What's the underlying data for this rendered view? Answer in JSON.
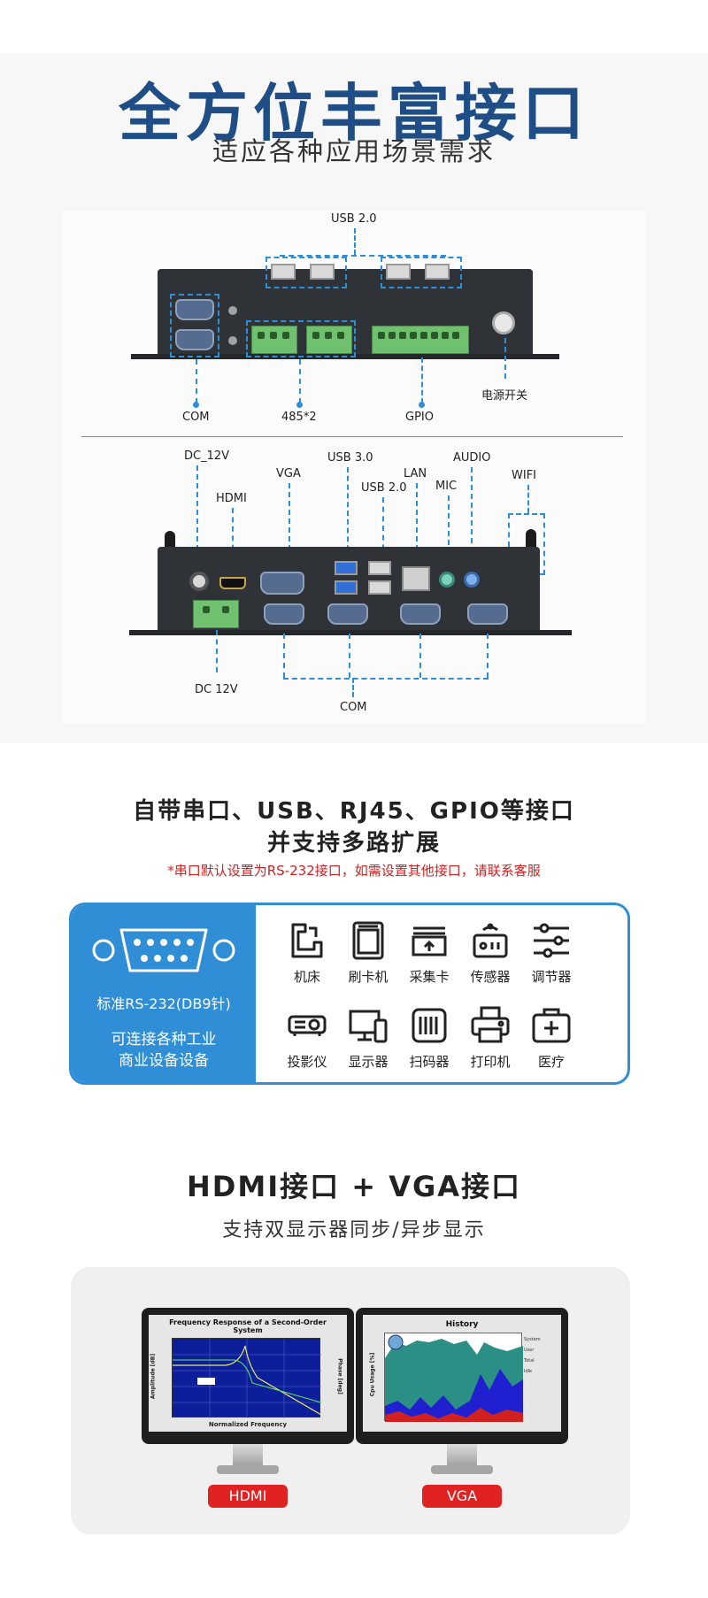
{
  "header": {
    "title": "全方位丰富接口",
    "subtitle": "适应各种应用场景需求"
  },
  "top_panel": {
    "labels": {
      "usb20": "USB 2.0",
      "com": "COM",
      "rs485": "485*2",
      "gpio": "GPIO",
      "power": "电源开关"
    }
  },
  "bottom_panel": {
    "labels": {
      "dc12v_top": "DC_12V",
      "hdmi": "HDMI",
      "vga": "VGA",
      "usb30": "USB 3.0",
      "usb20": "USB 2.0",
      "lan": "LAN",
      "mic": "MIC",
      "audio": "AUDIO",
      "wifi": "WIFI",
      "dc12v_bottom": "DC  12V",
      "com": "COM"
    }
  },
  "section2": {
    "heading_line1": "自带串口、USB、RJ45、GPIO等接口",
    "heading_line2": "并支持多路扩展",
    "note": "*串口默认设置为RS-232接口，如需设置其他接口，请联系客服",
    "std_label": "标准RS-232(DB9针)",
    "desc_line1": "可连接各种工业",
    "desc_line2": "商业设备设备",
    "devices": [
      {
        "label": "机床",
        "icon": "machine-tool-icon"
      },
      {
        "label": "刷卡机",
        "icon": "card-reader-icon"
      },
      {
        "label": "采集卡",
        "icon": "capture-card-icon"
      },
      {
        "label": "传感器",
        "icon": "sensor-icon"
      },
      {
        "label": "调节器",
        "icon": "regulator-icon"
      },
      {
        "label": "投影仪",
        "icon": "projector-icon"
      },
      {
        "label": "显示器",
        "icon": "display-icon"
      },
      {
        "label": "扫码器",
        "icon": "scanner-icon"
      },
      {
        "label": "打印机",
        "icon": "printer-icon"
      },
      {
        "label": "医疗",
        "icon": "medical-icon"
      }
    ],
    "accent_color": "#2f8ed6"
  },
  "section3": {
    "heading": "HDMI接口 + VGA接口",
    "subheading": "支持双显示器同步/异步显示",
    "left_screen_title_line1": "Frequency Response of a Second-Order",
    "left_screen_title_line2": "System",
    "left_screen_xlabel": "Normalized Frequency",
    "left_screen_ylabel": "Amplitude [dB]",
    "left_screen_y2label": "Phase [deg]",
    "right_screen_title": "History",
    "right_screen_ylabel": "Cpu Usage [%]",
    "right_screen_legend": [
      "System",
      "User",
      "Total",
      "Idle"
    ],
    "left_tag": "HDMI",
    "right_tag": "VGA",
    "tag_color": "#e02222"
  }
}
